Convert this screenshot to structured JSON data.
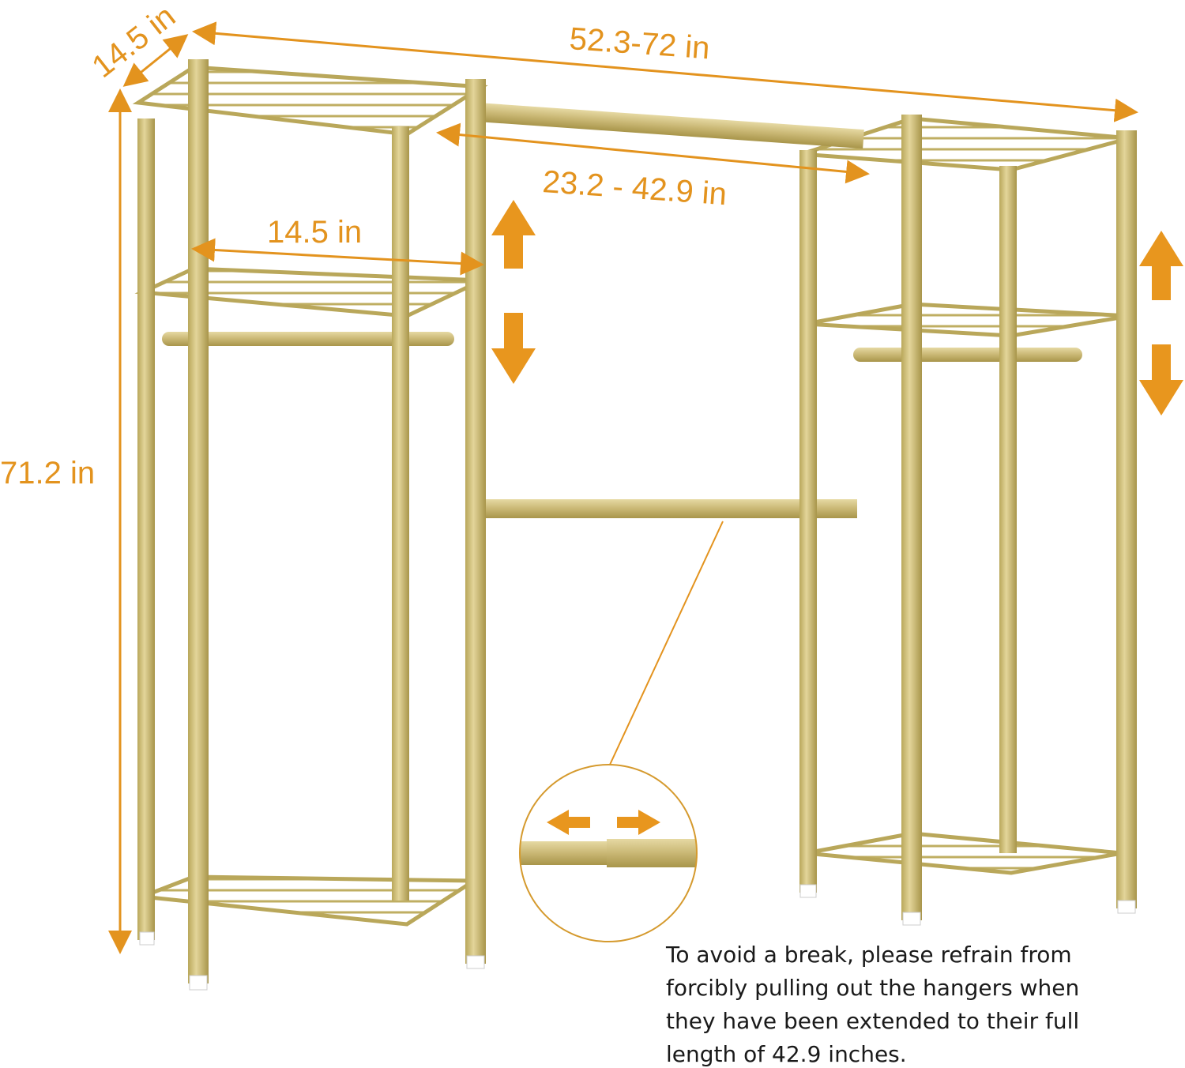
{
  "dimensions": {
    "depth": "14.5 in",
    "total_width": "52.3-72 in",
    "rod_width": "23.2 - 42.9 in",
    "shelf_width": "14.5 in",
    "height": "71.2 in"
  },
  "note_lines": [
    "To avoid a break, please refrain from",
    "forcibly pulling out the hangers when",
    "they have been extended to their full",
    "length of 42.9 inches."
  ],
  "colors": {
    "accent": "#E3931E",
    "metal": "#CDBB6E",
    "metal_dark": "#A8954A"
  }
}
